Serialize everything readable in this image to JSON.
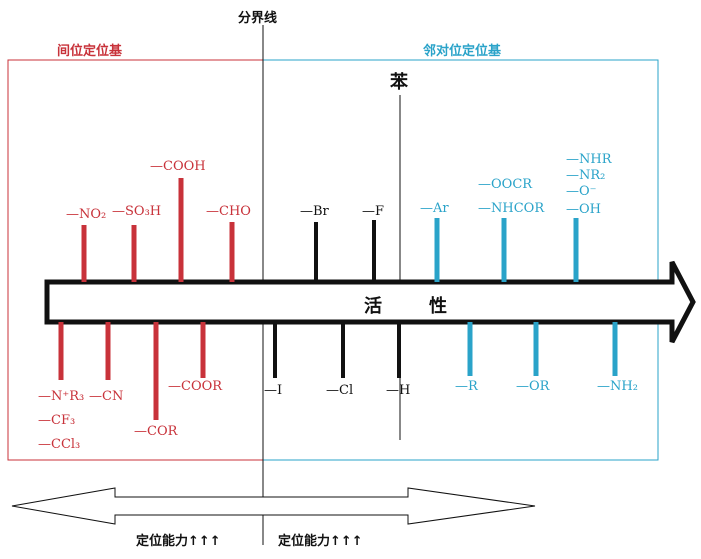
{
  "header": {
    "divider_label": "分界线",
    "meta_group_title": "间位定位基",
    "ortho_para_group_title": "邻对位定位基",
    "benzene_label": "苯",
    "activity_label_1": "活",
    "activity_label_2": "性"
  },
  "meta_above": [
    {
      "text": "—NO₂"
    },
    {
      "text": "—SO₃H"
    },
    {
      "text": "—COOH"
    },
    {
      "text": "—CHO"
    }
  ],
  "meta_below": [
    {
      "lines": [
        "—N⁺R₃",
        "—CF₃",
        "—CCl₃"
      ]
    },
    {
      "lines": [
        "—CN"
      ]
    },
    {
      "lines": [
        "—COR"
      ]
    },
    {
      "lines": [
        "—COOR"
      ]
    }
  ],
  "halogen_above": [
    {
      "text": "—Br"
    },
    {
      "text": "—F"
    }
  ],
  "neutral_below": [
    {
      "text": "—I"
    },
    {
      "text": "—Cl"
    },
    {
      "text": "—H"
    }
  ],
  "op_above": [
    {
      "lines": [
        "—Ar"
      ]
    },
    {
      "lines": [
        "—OOCR",
        "—NHCOR"
      ]
    },
    {
      "lines": [
        "—NHR",
        "—NR₂",
        "—O⁻",
        "—OH"
      ]
    }
  ],
  "op_below": [
    {
      "text": "—R"
    },
    {
      "text": "—OR"
    },
    {
      "text": "—NH₂"
    }
  ],
  "footer": {
    "left_label": "定位能力↑↑↑",
    "right_label": "定位能力↑↑↑"
  },
  "colors": {
    "meta": "#c8323a",
    "ortho_para": "#2aa3c9",
    "neutral": "#111111"
  }
}
